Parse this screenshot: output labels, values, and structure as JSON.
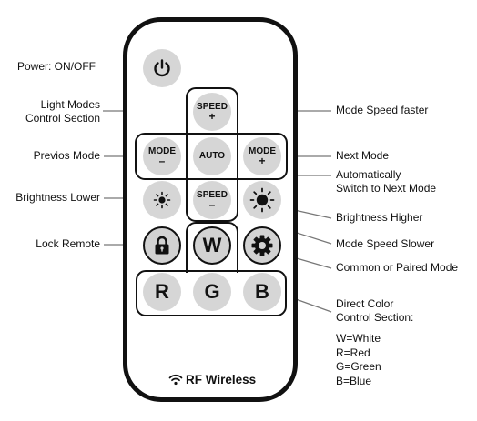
{
  "buttons": {
    "power": {
      "icon": "power-icon"
    },
    "speed_up": {
      "label": "SPEED",
      "sign": "+"
    },
    "mode_prev": {
      "label": "MODE",
      "sign": "–"
    },
    "auto": {
      "label": "AUTO"
    },
    "mode_next": {
      "label": "MODE",
      "sign": "+"
    },
    "bright_down": {
      "icon": "sun-small-icon"
    },
    "speed_down": {
      "label": "SPEED",
      "sign": "–"
    },
    "bright_up": {
      "icon": "sun-large-icon"
    },
    "lock": {
      "icon": "lock-icon"
    },
    "white": {
      "label": "W"
    },
    "pair": {
      "icon": "gear-icon"
    },
    "red": {
      "label": "R"
    },
    "green": {
      "label": "G"
    },
    "blue": {
      "label": "B"
    }
  },
  "brand": {
    "icon": "wifi-icon",
    "label": "RF Wireless"
  },
  "labels": {
    "power": "Power: ON/OFF",
    "light_modes": [
      "Light Modes",
      "Control Section"
    ],
    "previous_mode": "Previos Mode",
    "brightness_lower": "Brightness Lower",
    "lock_remote": "Lock Remote",
    "mode_speed_faster": "Mode Speed faster",
    "next_mode": "Next Mode",
    "auto_switch": [
      "Automatically",
      "Switch to Next Mode"
    ],
    "brightness_higher": "Brightness Higher",
    "mode_speed_slower": "Mode Speed Slower",
    "common_paired": "Common or Paired Mode",
    "direct_color": [
      "Direct Color",
      "Control Section:"
    ]
  },
  "legend": [
    "W=White",
    "R=Red",
    "G=Green",
    "B=Blue"
  ],
  "colors": {
    "outline": "#111111",
    "button_fill": "#d6d6d6",
    "leader_line": "#777777"
  }
}
